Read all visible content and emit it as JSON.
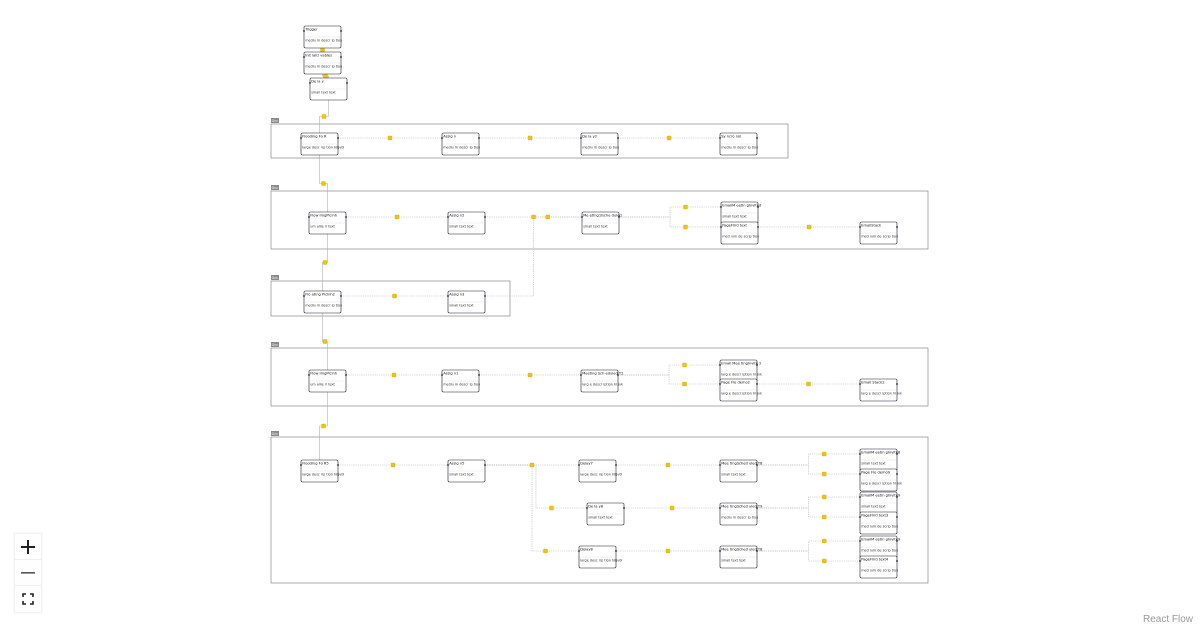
{
  "colors": {
    "edge": "#b1b1b7",
    "node_border": "#1a192b",
    "group_border": "#888888",
    "group_tag_bg": "#8a8a8a",
    "edge_marker": "#f5c400",
    "edge_marker_border": "#c79a00"
  },
  "group_tag_label": "Gro",
  "attribution": "React Flow",
  "controls": {
    "zoom_in": "plus-icon",
    "zoom_out": "minus-icon",
    "fit_view": "fit-view-icon"
  },
  "nodes": [
    {
      "id": "n-trigger",
      "title": "Trigger",
      "subtitle": "mediu m descr ip tion"
    },
    {
      "id": "n-init",
      "title": "Init ializ vables",
      "subtitle": "mediu m descr ip tion"
    },
    {
      "id": "n-delay0",
      "title": "De la y",
      "subtitle": "small text text"
    },
    {
      "id": "n-flow1",
      "title": "Flooding Fo R",
      "subtitle": "large desc rip tion h8jv0i"
    },
    {
      "id": "n-assign1",
      "title": "Assig n",
      "subtitle": "mediu m descr ip tion"
    },
    {
      "id": "n-delay2",
      "title": "De la y2",
      "subtitle": "mediu m descr ip tion"
    },
    {
      "id": "n-sync1",
      "title": "Sy ncro nol",
      "subtitle": "mediu m descr ip tion"
    },
    {
      "id": "n-flow2",
      "title": "Flow ImgPlcinh",
      "subtitle": "um alile rl text"
    },
    {
      "id": "n-assign2",
      "title": "Assig n2",
      "subtitle": "small text text"
    },
    {
      "id": "n-meeting1",
      "title": "Me eting1Ische duled",
      "subtitle": "small text text"
    },
    {
      "id": "n-email1",
      "title": "EmailM eetin gInvited",
      "subtitle": "small text text"
    },
    {
      "id": "n-page1",
      "title": "PageFlird text",
      "subtitle": "med ium de scrip tion"
    },
    {
      "id": "n-emailstack",
      "title": "EmailStack",
      "subtitle": "med ium de scrip tion"
    },
    {
      "id": "n-flow3",
      "title": "Flo ating PlcInh2",
      "subtitle": "mediu m descr ip tion"
    },
    {
      "id": "n-assign3",
      "title": "Assig n3",
      "subtitle": "small text text"
    },
    {
      "id": "n-flow4",
      "title": "Flow ImgPlcinh",
      "subtitle": "um alile rl text"
    },
    {
      "id": "n-assign4",
      "title": "Assig n1",
      "subtitle": "mediu m descr ip tion"
    },
    {
      "id": "n-meeting2",
      "title": "Meeting Sch eduled T2",
      "subtitle": "larg e descr iption hl jvk"
    },
    {
      "id": "n-email2",
      "title": "Email Mee tingInvite 2",
      "subtitle": "larg e descr iption hl jvk"
    },
    {
      "id": "n-page2",
      "title": "Page Fle demo2",
      "subtitle": "larg e descr iption hl jvk"
    },
    {
      "id": "n-emailstack2",
      "title": "Email Stack2",
      "subtitle": "larg e descr iption hl jvk"
    },
    {
      "id": "n-flow5",
      "title": "Flooding Fo R5",
      "subtitle": "large desc rip tion h8jv0i"
    },
    {
      "id": "n-assign5",
      "title": "Assig n5",
      "subtitle": "small text text"
    },
    {
      "id": "n-delay7",
      "title": "Delay7",
      "subtitle": "large desc rip tion h8jv0i"
    },
    {
      "id": "n-meet7",
      "title": "Mee tingSched uled T8",
      "subtitle": "small text text"
    },
    {
      "id": "n-email7",
      "title": "EmailM eetin gInvite8",
      "subtitle": "small text text"
    },
    {
      "id": "n-page7",
      "title": "Page Fle demo9",
      "subtitle": "larg e descr iption hl jvk"
    },
    {
      "id": "n-delay8",
      "title": "De la y8",
      "subtitle": "small text text"
    },
    {
      "id": "n-meet8",
      "title": "Mee tingSched uled T9",
      "subtitle": "mediu m descr ip tion"
    },
    {
      "id": "n-email8",
      "title": "EmailM eetin gInvite9",
      "subtitle": "small text text"
    },
    {
      "id": "n-page8",
      "title": "PageFlird text3",
      "subtitle": "med ium de scrip tion"
    },
    {
      "id": "n-delay9",
      "title": "Delay8",
      "subtitle": "large desc rip tion h8jv0i"
    },
    {
      "id": "n-meet9",
      "title": "Mee tingSched uled T8",
      "subtitle": "small text text"
    },
    {
      "id": "n-email9",
      "title": "EmailM eetin gInvite9",
      "subtitle": "med ium de scrip tion"
    },
    {
      "id": "n-page9",
      "title": "PageFlird text4",
      "subtitle": "med ium de scrip tion"
    }
  ],
  "groups": [
    {
      "id": "g1"
    },
    {
      "id": "g2"
    },
    {
      "id": "g3"
    },
    {
      "id": "g4"
    },
    {
      "id": "g5"
    }
  ]
}
